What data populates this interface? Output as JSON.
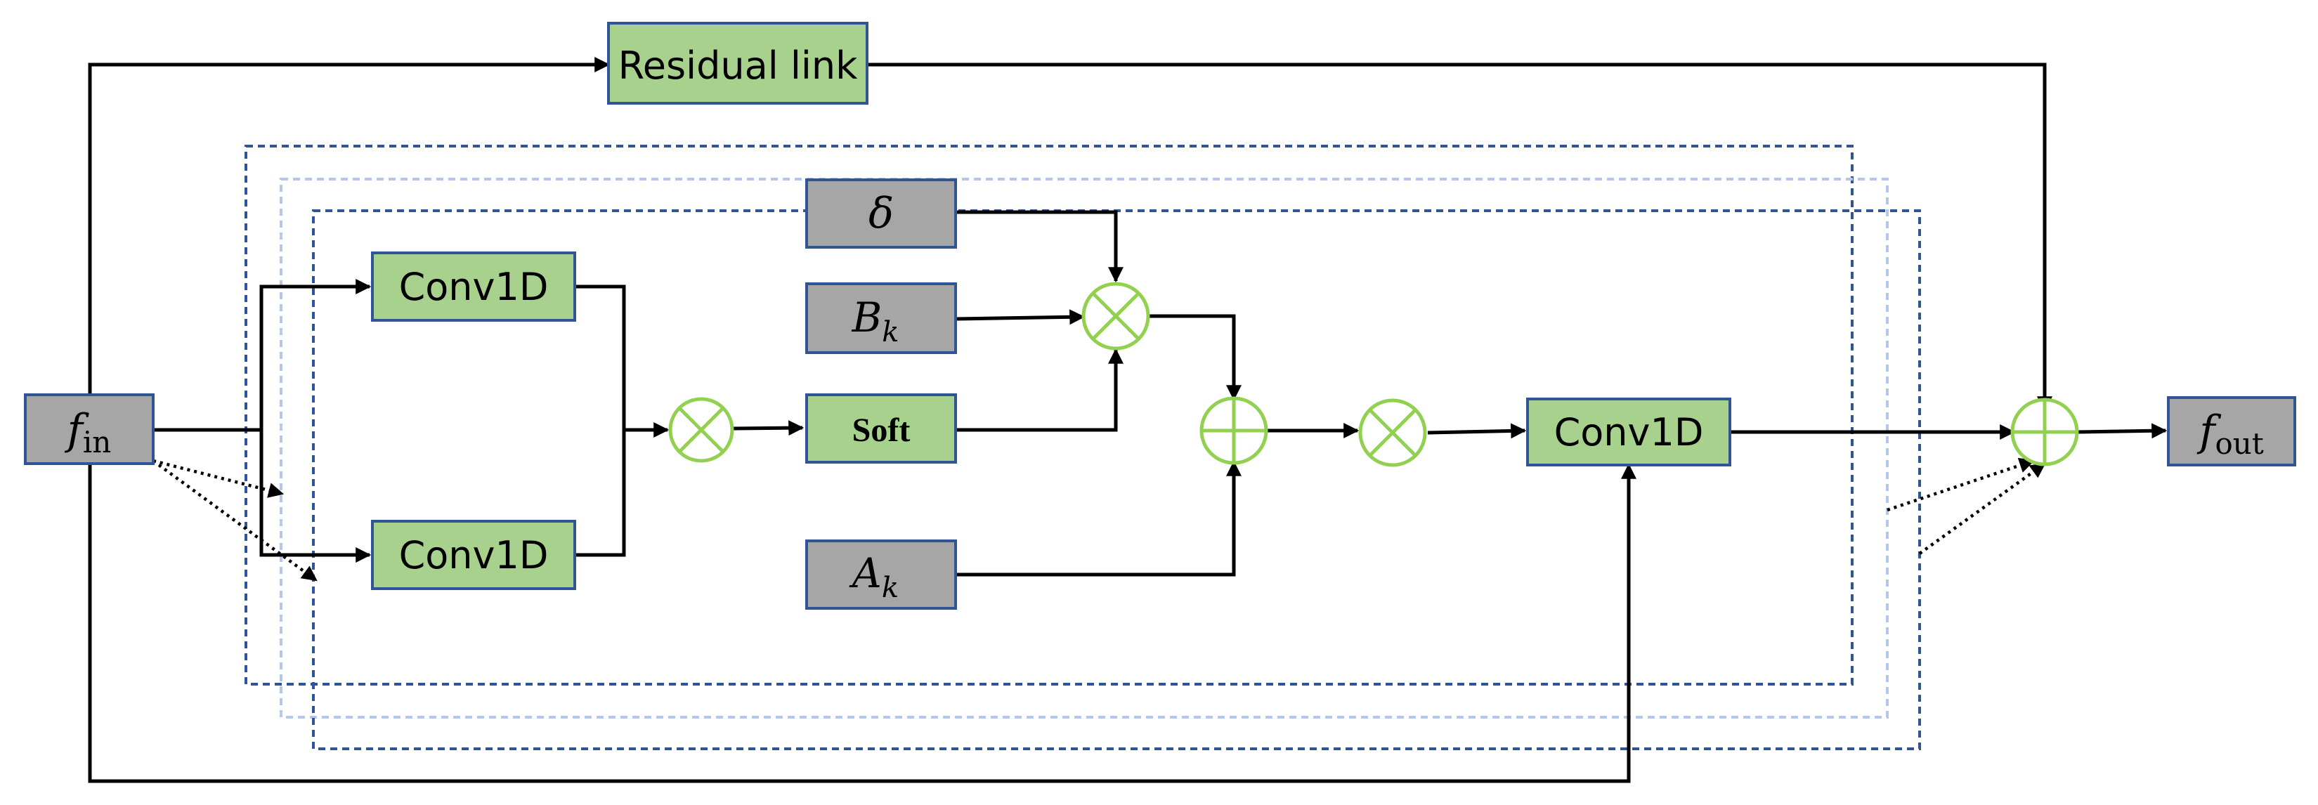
{
  "colors": {
    "green_fill": "#a9d18e",
    "gray_fill": "#a6a6a6",
    "box_border": "#2f5597",
    "operator_green": "#92d050",
    "dashed_dark": "#2f5597",
    "dashed_mid": "#8faadc",
    "dashed_light": "#b4c7e7",
    "line": "#000000"
  },
  "input": {
    "base": "f",
    "sub": "in"
  },
  "output": {
    "base": "f",
    "sub": "out"
  },
  "residual": {
    "label": "Residual link"
  },
  "conv_top": {
    "label": "Conv1D"
  },
  "conv_bottom": {
    "label": "Conv1D"
  },
  "conv_right": {
    "label": "Conv1D"
  },
  "delta": {
    "label": "δ"
  },
  "bk": {
    "base": "B",
    "sub": "k"
  },
  "soft": {
    "label": "Soft"
  },
  "ak": {
    "base": "A",
    "sub": "k"
  },
  "operators": {
    "multiply_gate": "multiply",
    "multiply_delta_b": "multiply",
    "add_ak": "add",
    "multiply_post": "multiply",
    "add_output": "add"
  }
}
